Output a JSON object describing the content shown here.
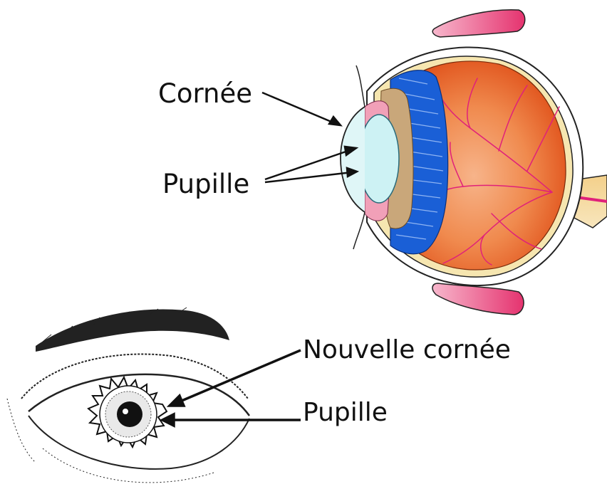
{
  "labels": {
    "cornea": "Cornée",
    "pupil_top": "Pupille",
    "new_cornea": "Nouvelle cornée",
    "pupil_bottom": "Pupille"
  },
  "colors": {
    "sclera_outline": "#222222",
    "retina_orange": "#e85a1a",
    "retina_inner": "#f6a77a",
    "ciliary_blue": "#1a5fd6",
    "lens": "#cdf2f4",
    "vessels": "#e0207a",
    "optic_nerve": "#f6dca0",
    "muscle_pink": "#e8427a",
    "iris_tan": "#c9a77a"
  }
}
